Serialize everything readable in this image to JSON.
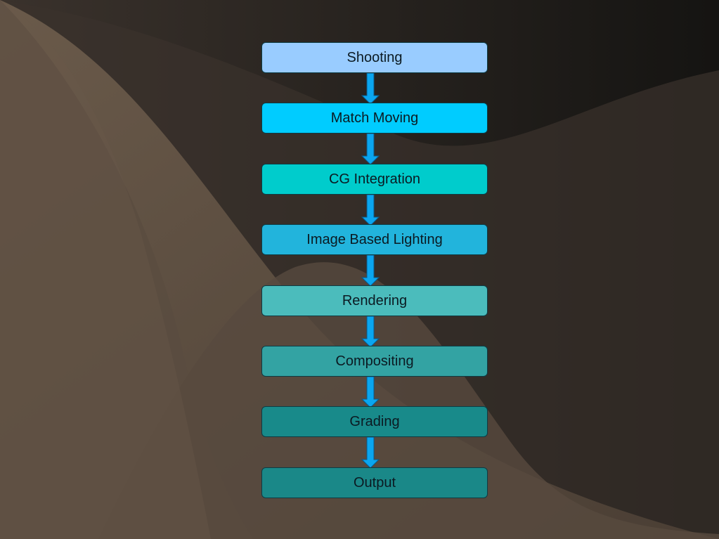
{
  "steps": [
    {
      "label": "Shooting",
      "color": "#99ccff"
    },
    {
      "label": "Match Moving",
      "color": "#00ccff"
    },
    {
      "label": "CG Integration",
      "color": "#00cccc"
    },
    {
      "label": "Image Based Lighting",
      "color": "#22b4dc"
    },
    {
      "label": "Rendering",
      "color": "#4bbcbc"
    },
    {
      "label": "Compositing",
      "color": "#33a3a3"
    },
    {
      "label": "Grading",
      "color": "#188a8a"
    },
    {
      "label": "Output",
      "color": "#1a8888"
    }
  ],
  "arrow_color": "#0aa6f0"
}
